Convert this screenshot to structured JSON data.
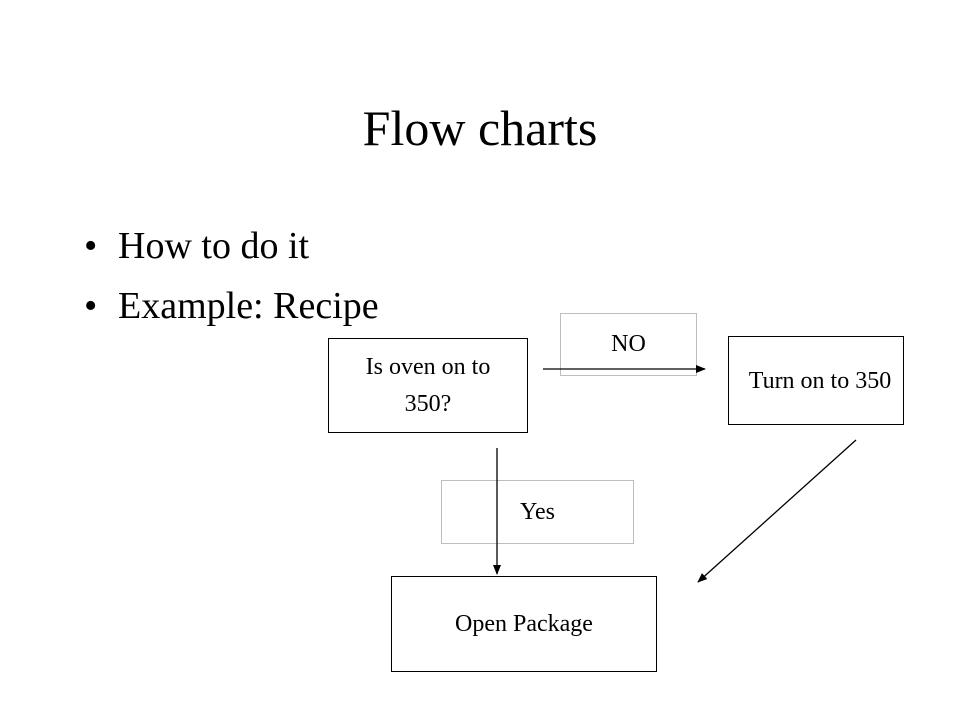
{
  "slide": {
    "title": "Flow charts",
    "bullet_glyph": "•",
    "bullets": [
      "How to do it",
      "Example:  Recipe"
    ]
  },
  "flowchart": {
    "decision": {
      "line1": "Is oven on to",
      "line2": "350?"
    },
    "no_label": "NO",
    "yes_label": "Yes",
    "action": "Turn on to 350",
    "next_step": "Open Package"
  },
  "colors": {
    "line": "#000000",
    "label_border": "#bdbdbd",
    "background": "#ffffff"
  }
}
